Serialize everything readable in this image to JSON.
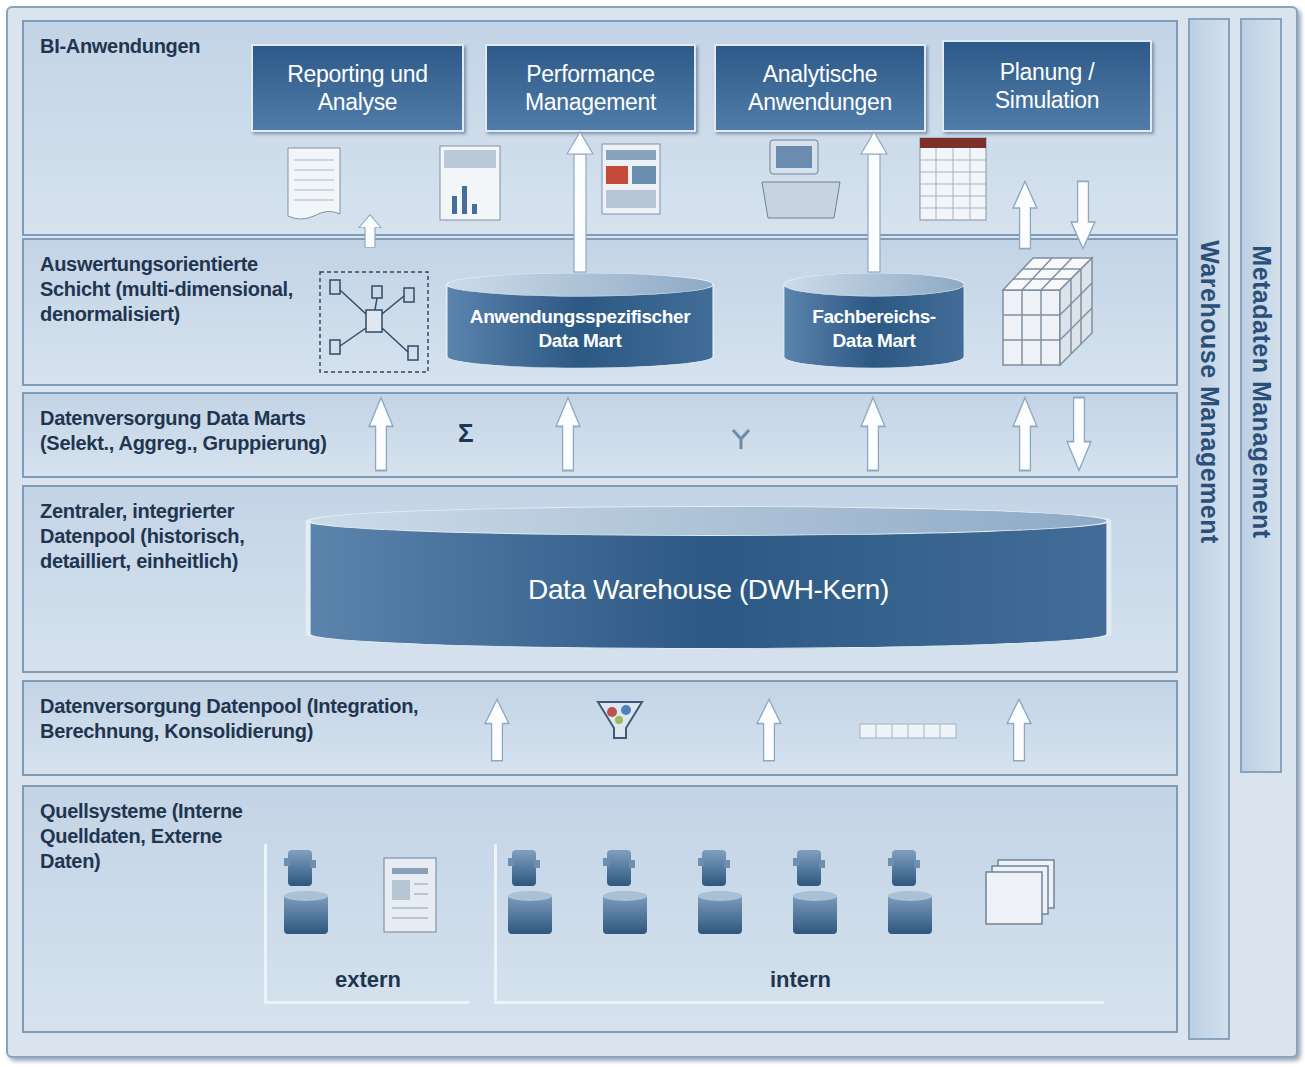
{
  "diagram": {
    "nodes": [
      {
        "text": [
          "BI-Anwendungen"
        ]
      },
      {
        "text": [
          "Reporting und Analyse"
        ],
        "in": 0
      },
      {
        "text": [
          "Performance Management"
        ],
        "in": 0
      },
      {
        "text": [
          "Analytische Anwendungen"
        ],
        "in": 0
      },
      {
        "text": [
          "Planung / Simulation"
        ],
        "in": 0
      },
      {
        "text": [
          "Auswertungsorientierte Schicht (multi-dimensional, denormalisiert)"
        ]
      },
      {
        "text": [
          "Anwendungsspezifischer Data Mart"
        ],
        "in": 5
      },
      {
        "text": [
          "Fachbereichs- Data Mart"
        ],
        "in": 5
      },
      {
        "text": [
          "Datenversorgung Data Marts (Selekt., Aggreg., Gruppierung)"
        ]
      },
      {
        "text": [
          "Zentraler, integrierter Datenpool (historisch, detailliert, einheitlich)"
        ]
      },
      {
        "text": [
          "Data Warehouse (DWH-Kern)"
        ],
        "in": 9
      },
      {
        "text": [
          "Datenversorgung Datenpool (Integration, Berechnung, Konsolidierung)"
        ]
      },
      {
        "text": [
          "Quellsysteme (Interne Quelldaten, Externe Daten)"
        ]
      },
      {
        "text": [
          "extern"
        ],
        "in": 12
      },
      {
        "text": [
          "intern"
        ],
        "in": 12
      },
      {
        "text": [
          "Warehouse Management"
        ]
      },
      {
        "text": [
          "Metadaten Management"
        ]
      }
    ],
    "edges": [
      {
        "from": 6,
        "to": 2,
        "arrow": "to"
      },
      {
        "from": 7,
        "to": 3,
        "arrow": "to"
      }
    ],
    "labels": [
      "Σ"
    ]
  }
}
